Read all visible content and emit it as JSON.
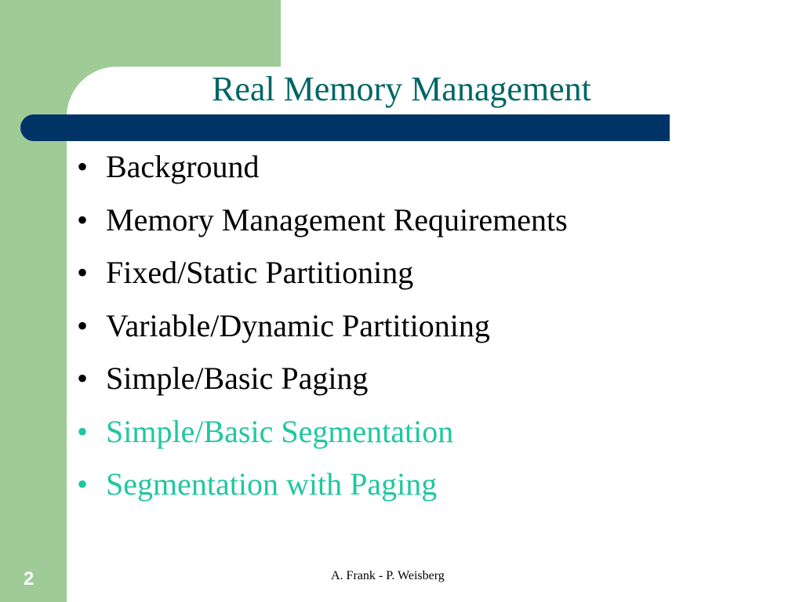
{
  "slide": {
    "title": "Real Memory Management",
    "bullet_symbol": "•",
    "bullets": [
      {
        "text": "Background",
        "highlighted": false
      },
      {
        "text": "Memory Management Requirements",
        "highlighted": false
      },
      {
        "text": "Fixed/Static Partitioning",
        "highlighted": false
      },
      {
        "text": "Variable/Dynamic Partitioning",
        "highlighted": false
      },
      {
        "text": "Simple/Basic Paging",
        "highlighted": false
      },
      {
        "text": "Simple/Basic Segmentation",
        "highlighted": true
      },
      {
        "text": "Segmentation with Paging",
        "highlighted": true
      }
    ],
    "footer": "A. Frank - P. Weisberg",
    "page_number": "2"
  },
  "colors": {
    "background": "#ffffff",
    "side_band": "#9ecb96",
    "title_bar": "#003366",
    "title_text": "#006666",
    "body_text": "#000000",
    "highlight_text": "#1fc7a0",
    "page_number_text": "#ffffff"
  }
}
